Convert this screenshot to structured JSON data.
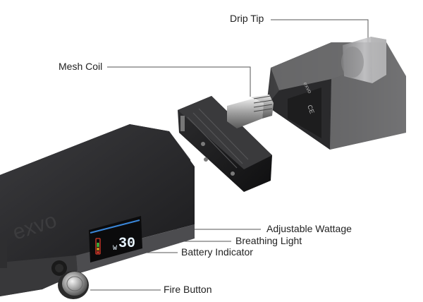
{
  "labels": {
    "drip_tip": "Drip Tip",
    "mesh_coil": "Mesh Coil",
    "adjustable_wattage": "Adjustable Wattage",
    "breathing_light": "Breathing Light",
    "battery_indicator": "Battery Indicator",
    "fire_button": "Fire Button"
  },
  "device": {
    "brand_logo": "exvo",
    "screen_reading": "30",
    "screen_unit": "W"
  },
  "colors": {
    "leader_line": "#555555",
    "device_body": "#2c2c2e",
    "screen_digits": "#e8f4ff",
    "battery_green": "#3fc33f",
    "battery_red": "#d83a2a",
    "battery_orange": "#e6a020"
  }
}
